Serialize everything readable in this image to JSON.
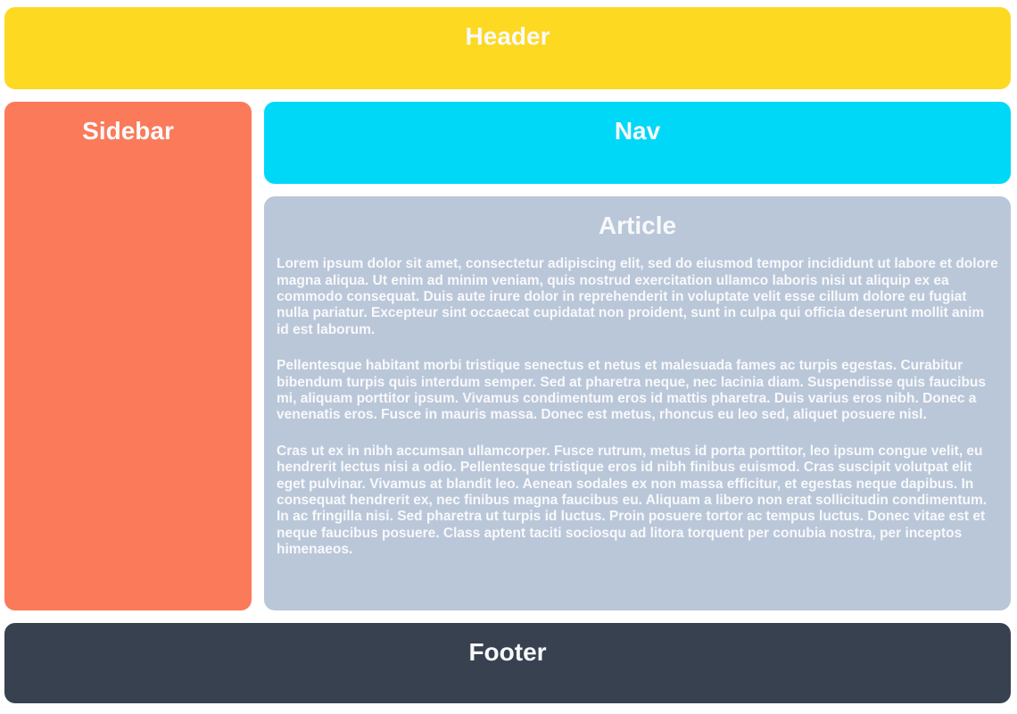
{
  "header": {
    "title": "Header"
  },
  "sidebar": {
    "title": "Sidebar"
  },
  "nav": {
    "title": "Nav"
  },
  "article": {
    "title": "Article",
    "paragraphs": [
      "Lorem ipsum dolor sit amet, consectetur adipiscing elit, sed do eiusmod tempor incididunt ut labore et dolore magna aliqua. Ut enim ad minim veniam, quis nostrud exercitation ullamco laboris nisi ut aliquip ex ea commodo consequat. Duis aute irure dolor in reprehenderit in voluptate velit esse cillum dolore eu fugiat nulla pariatur. Excepteur sint occaecat cupidatat non proident, sunt in culpa qui officia deserunt mollit anim id est laborum.",
      "Pellentesque habitant morbi tristique senectus et netus et malesuada fames ac turpis egestas. Curabitur bibendum turpis quis interdum semper. Sed at pharetra neque, nec lacinia diam. Suspendisse quis faucibus mi, aliquam porttitor ipsum. Vivamus condimentum eros id mattis pharetra. Duis varius eros nibh. Donec a venenatis eros. Fusce in mauris massa. Donec est metus, rhoncus eu leo sed, aliquet posuere nisl.",
      "Cras ut ex in nibh accumsan ullamcorper. Fusce rutrum, metus id porta porttitor, leo ipsum congue velit, eu hendrerit lectus nisi a odio. Pellentesque tristique eros id nibh finibus euismod. Cras suscipit volutpat elit eget pulvinar. Vivamus at blandit leo. Aenean sodales ex non massa efficitur, et egestas neque dapibus. In consequat hendrerit ex, nec finibus magna faucibus eu. Aliquam a libero non erat sollicitudin condimentum. In ac fringilla nisi. Sed pharetra ut turpis id luctus. Proin posuere tortor ac tempus luctus. Donec vitae est et neque faucibus posuere. Class aptent taciti sociosqu ad litora torquent per conubia nostra, per inceptos himenaeos."
    ]
  },
  "footer": {
    "title": "Footer"
  },
  "colors": {
    "page_bg": "#ffffff",
    "header_bg": "#fdd922",
    "sidebar_bg": "#fb7a59",
    "nav_bg": "#00d8f8",
    "article_bg": "#bac7d9",
    "footer_bg": "#384150",
    "text_color": "#f8f9fb"
  }
}
